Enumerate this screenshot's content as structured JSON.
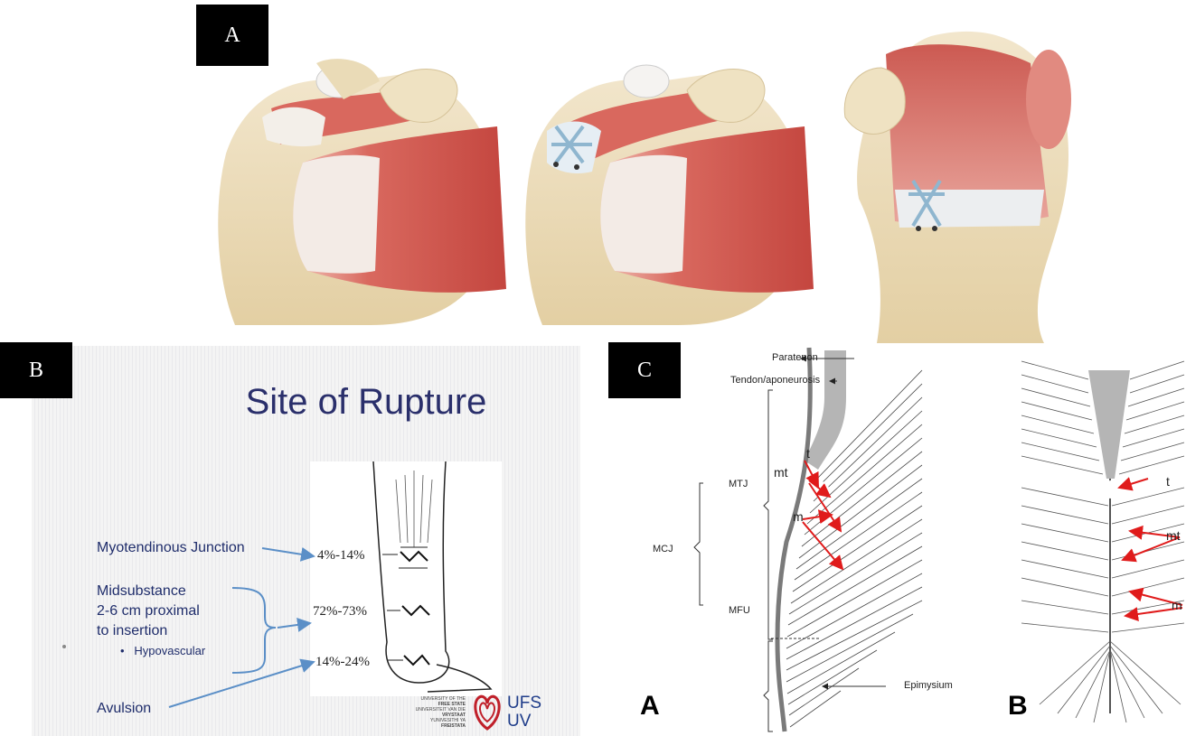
{
  "panel_a": {
    "badge": "A"
  },
  "panel_b": {
    "badge": "B",
    "title": "Site of Rupture",
    "labels": {
      "myotendinous": "Myotendinous Junction",
      "midsubstance_1": "Midsubstance",
      "midsubstance_2": "2-6 cm proximal",
      "midsubstance_3": "to insertion",
      "hypovascular": "Hypovascular",
      "avulsion": "Avulsion"
    },
    "percentages": [
      "4%-14%",
      "72%-73%",
      "14%-24%"
    ],
    "logo": {
      "small_text": [
        "UNIVERSITY OF THE",
        "FREE STATE",
        "UNIVERSITEIT VAN DIE",
        "VRYSTAAT",
        "YUNIVESITHI YA",
        "FREISTATA"
      ],
      "big_text_1": "UFS",
      "big_text_2": "UV"
    }
  },
  "panel_c": {
    "badge": "C",
    "labels": {
      "paratenon": "Paratenon",
      "tendon": "Tendon/aponeurosis",
      "mtj": "MTJ",
      "mcj": "MCJ",
      "mfu": "MFU",
      "epimysium": "Epimysium",
      "t": "t",
      "mt": "mt",
      "m": "m",
      "fig_a": "A",
      "fig_b": "B"
    }
  },
  "colors": {
    "muscle": "#c8504a",
    "bone": "#e9d8b4",
    "tendon": "#f2f0ec",
    "suture": "#8fb6cf",
    "slide_text": "#1f2d6b",
    "arrow": "#5b8fc7",
    "red_arrow": "#e01b1b"
  }
}
